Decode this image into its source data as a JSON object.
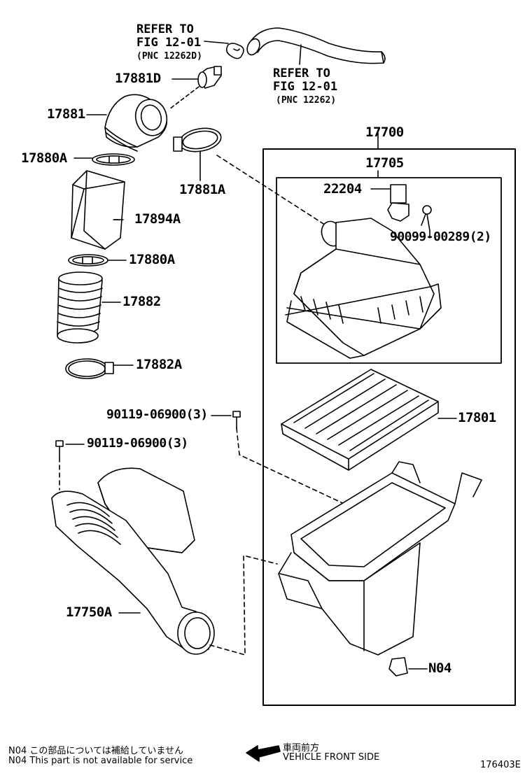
{
  "refs": {
    "top_left": {
      "line1": "REFER TO",
      "line2": "FIG 12-01",
      "line3": "(PNC 12262D)"
    },
    "top_right": {
      "line1": "REFER TO",
      "line2": "FIG 12-01",
      "line3": "(PNC 12262)"
    }
  },
  "labels": {
    "p17881D": "17881D",
    "p17881": "17881",
    "p17880A_upper": "17880A",
    "p17894A": "17894A",
    "p17880A_lower": "17880A",
    "p17882": "17882",
    "p17882A": "17882A",
    "p17881A": "17881A",
    "p17700": "17700",
    "p17705": "17705",
    "p22204": "22204",
    "p90099": "90099-00289(2)",
    "p17801": "17801",
    "p90119_a": "90119-06900(3)",
    "p90119_b": "90119-06900(3)",
    "p17750A": "17750A",
    "pN04": "N04"
  },
  "footer": {
    "note1_code": "N04",
    "note1_text": "この部品については補給していません",
    "note2_code": "N04",
    "note2_text": "This part is not available for service",
    "direction_jp": "車両前方",
    "direction_en": "VEHICLE FRONT SIDE",
    "figure_id": "176403E"
  }
}
